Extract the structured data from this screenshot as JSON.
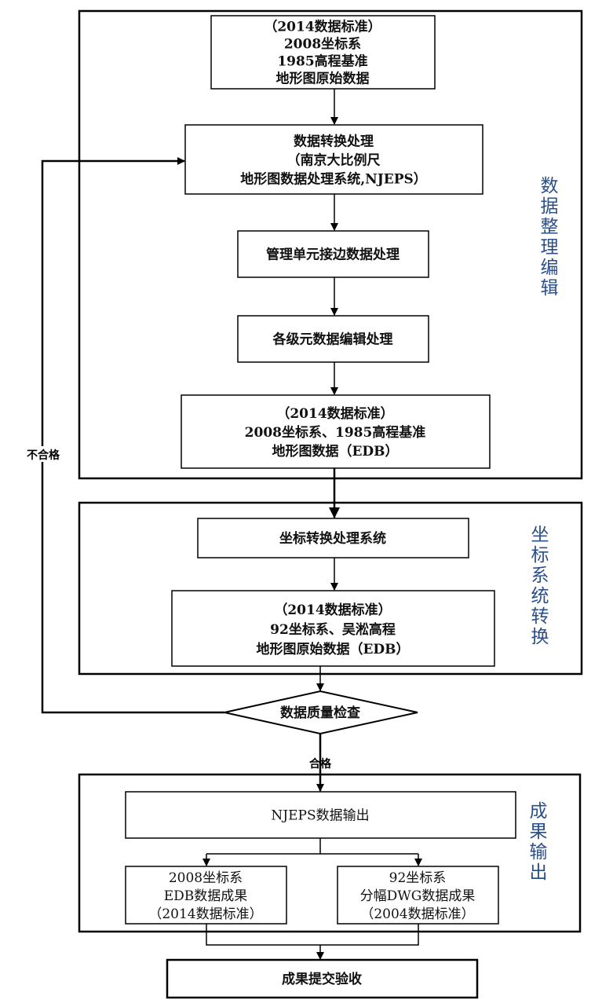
{
  "diagram": {
    "groups": [
      {
        "id": "data-editing",
        "label": "数据整理编辑"
      },
      {
        "id": "coordinate-transform",
        "label": "坐标系统转换"
      },
      {
        "id": "result-output",
        "label": "成果输出"
      }
    ],
    "nodes": {
      "source_data": {
        "lines": [
          "（2014数据标准）",
          "2008坐标系",
          "1985高程基准",
          "地形图原始数据"
        ]
      },
      "conversion": {
        "lines": [
          "数据转换处理",
          "（南京大比例尺",
          "地形图数据处理系统,NJEPS）"
        ]
      },
      "edge_matching": {
        "lines": [
          "管理单元接边数据处理"
        ]
      },
      "metadata_edit": {
        "lines": [
          "各级元数据编辑处理"
        ]
      },
      "edb_2008": {
        "lines": [
          "（2014数据标准）",
          "2008坐标系、1985高程基准",
          "地形图数据（EDB）"
        ]
      },
      "coord_system": {
        "lines": [
          "坐标转换处理系统"
        ]
      },
      "edb_92": {
        "lines": [
          "（2014数据标准）",
          "92坐标系、吴淞高程",
          "地形图原始数据（EDB）"
        ]
      },
      "quality_check": {
        "lines": [
          "数据质量检查"
        ]
      },
      "njeps_output": {
        "lines": [
          "NJEPS数据输出"
        ]
      },
      "result_2008": {
        "lines": [
          "2008坐标系",
          "EDB数据成果",
          "（2014数据标准）"
        ]
      },
      "result_92": {
        "lines": [
          "92坐标系",
          "分幅DWG数据成果",
          "（2004数据标准）"
        ]
      },
      "submit": {
        "lines": [
          "成果提交验收"
        ]
      }
    },
    "edge_labels": {
      "fail": "不合格",
      "pass": "合格"
    },
    "colors": {
      "group_label": "#2a4f8a",
      "stroke": "#000000"
    }
  }
}
